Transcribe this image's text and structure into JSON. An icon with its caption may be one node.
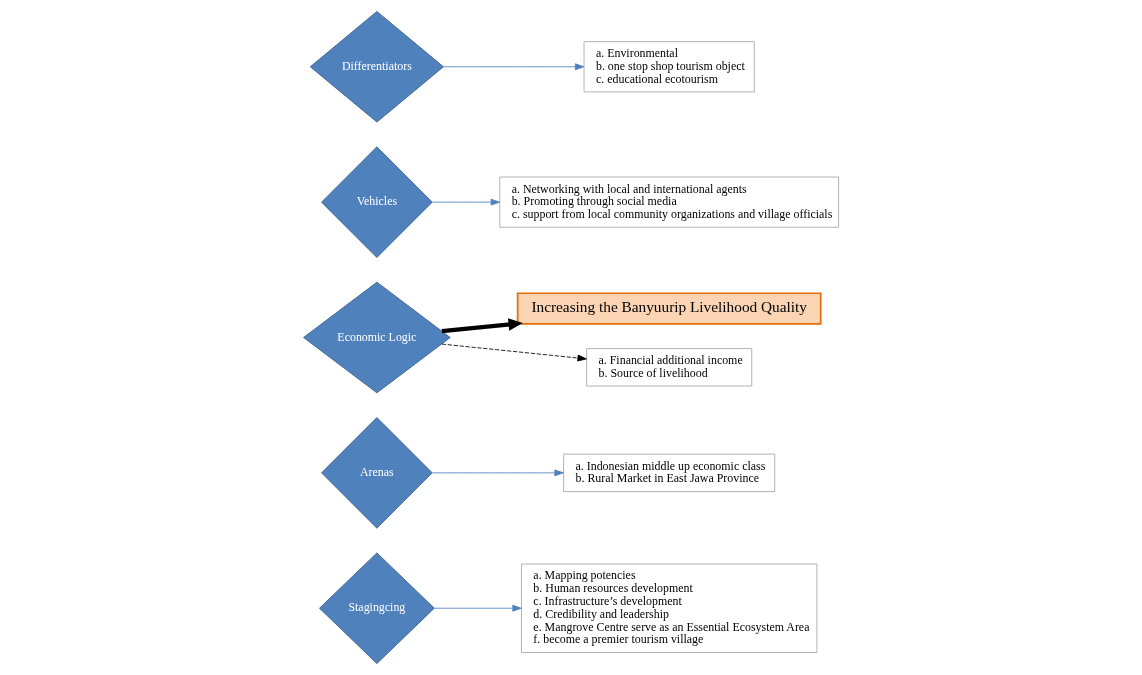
{
  "diagram": {
    "nodes": [
      {
        "text": [
          "a. Mapping potencies",
          "b. Human resources development",
          "c. Infrastructure’s development",
          "d. Credibility and leadership",
          "e. Mangrove Centre serve as an Essential Ecosystem Area",
          "f. become a premier tourism village"
        ]
      },
      {
        "text": [
          "a. Indonesian middle up economic class",
          "b. Rural Market in East Jawa Province"
        ]
      },
      {
        "text": [
          "Arenas"
        ]
      },
      {
        "text": [
          "Stagingcing"
        ]
      },
      {
        "text": [
          "Economic Logic"
        ]
      },
      {
        "text": [
          "Vehicles"
        ]
      },
      {
        "text": [
          "Differentiators"
        ]
      },
      {
        "text": [
          "Increasing the Banyuurip Livelihood Quality"
        ]
      },
      {
        "text": [
          "a. Networking with local and international agents",
          "b. Promoting through social media",
          "c. support from local community organizations and village officials"
        ]
      },
      {
        "text": [
          "a. Financial additional income",
          "b. Source of livelihood"
        ]
      },
      {
        "text": [
          "a. Environmental",
          "b. one stop shop tourism object",
          "c. educational ecotourism"
        ]
      }
    ],
    "edges": [
      {
        "from": 3,
        "to": 0,
        "arrow": "to"
      },
      {
        "from": 2,
        "to": 1,
        "arrow": "to"
      },
      {
        "from": 5,
        "to": 8,
        "arrow": "to"
      },
      {
        "from": 6,
        "to": 10,
        "arrow": "to"
      },
      {
        "from": 4,
        "to": 7,
        "arrow": "to",
        "style": "thick",
        "color": "#000000"
      },
      {
        "from": 4,
        "to": 9,
        "arrow": "to",
        "style": "dashed",
        "color": "#000000"
      }
    ]
  }
}
